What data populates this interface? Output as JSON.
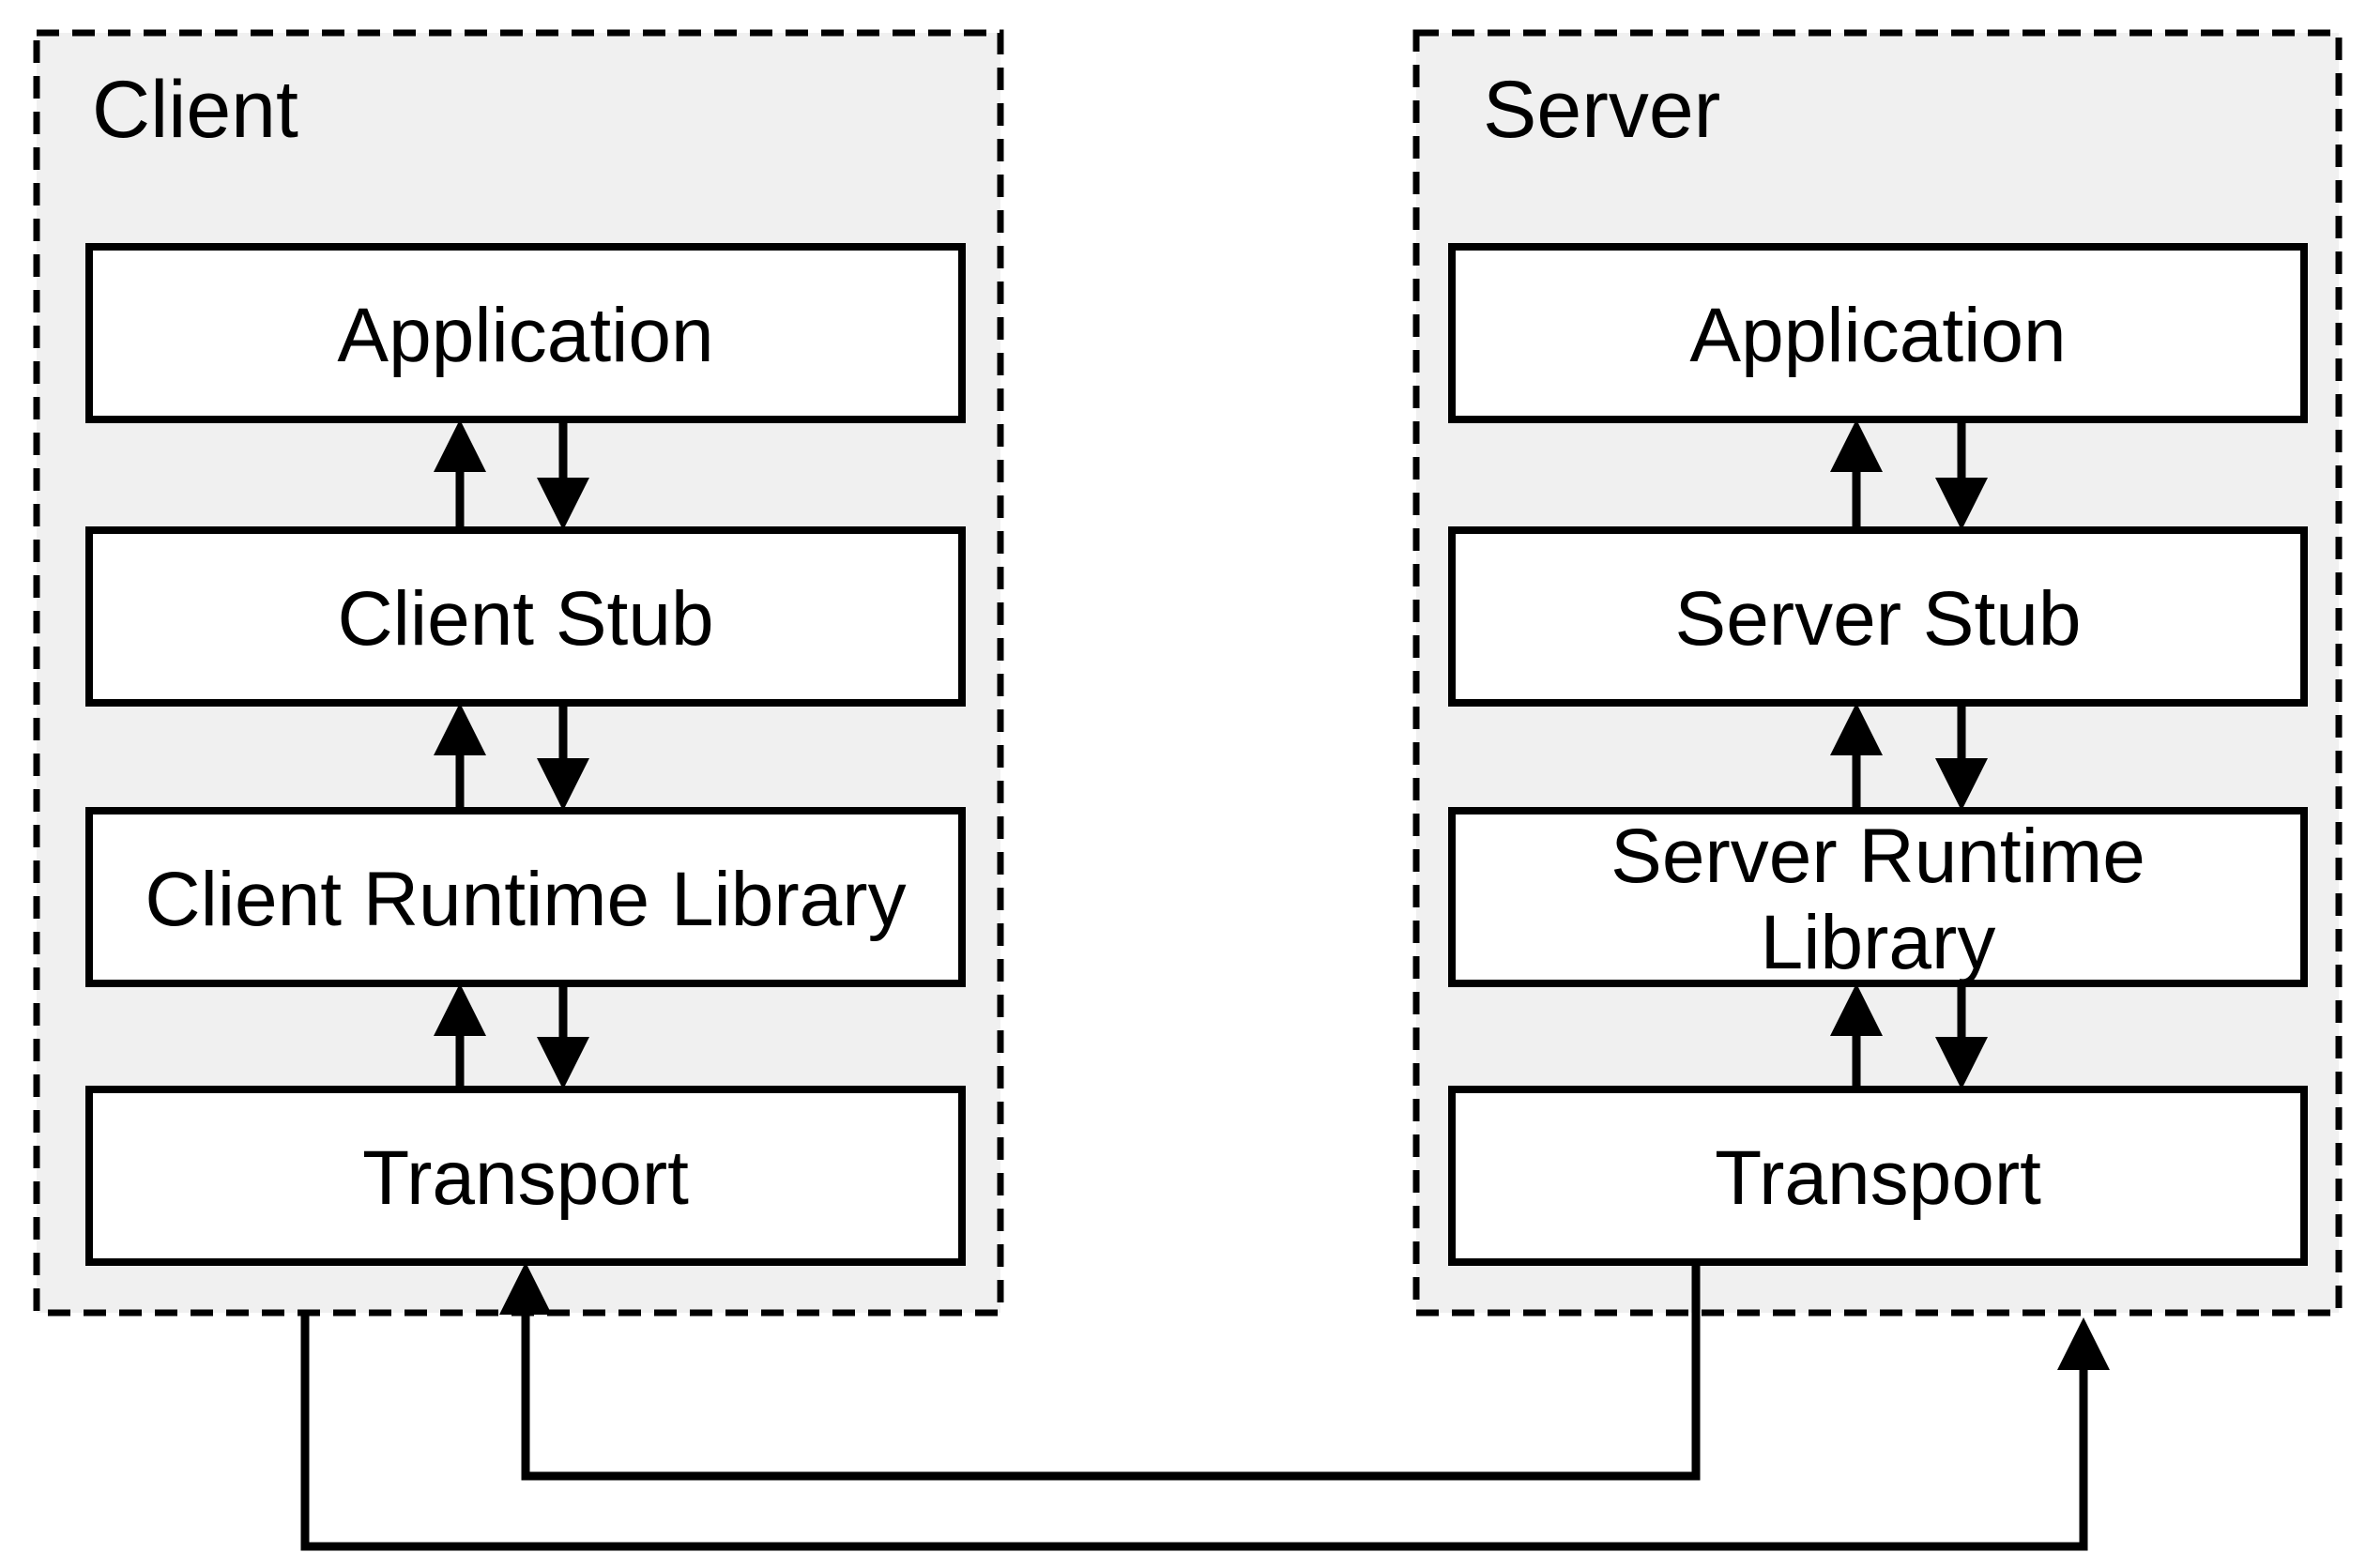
{
  "colors": {
    "background": "#ffffff",
    "container_fill": "#f0f0f0",
    "box_fill": "#ffffff",
    "line": "#000000",
    "text": "#000000"
  },
  "client": {
    "label": "Client",
    "boxes": [
      {
        "lines": [
          "Application"
        ]
      },
      {
        "lines": [
          "Client Stub"
        ]
      },
      {
        "lines": [
          "Client Runtime Library"
        ]
      },
      {
        "lines": [
          "Transport"
        ]
      }
    ]
  },
  "server": {
    "label": "Server",
    "boxes": [
      {
        "lines": [
          "Application"
        ]
      },
      {
        "lines": [
          "Server Stub"
        ]
      },
      {
        "lines": [
          "Server Runtime",
          "Library"
        ]
      },
      {
        "lines": [
          "Transport"
        ]
      }
    ]
  }
}
